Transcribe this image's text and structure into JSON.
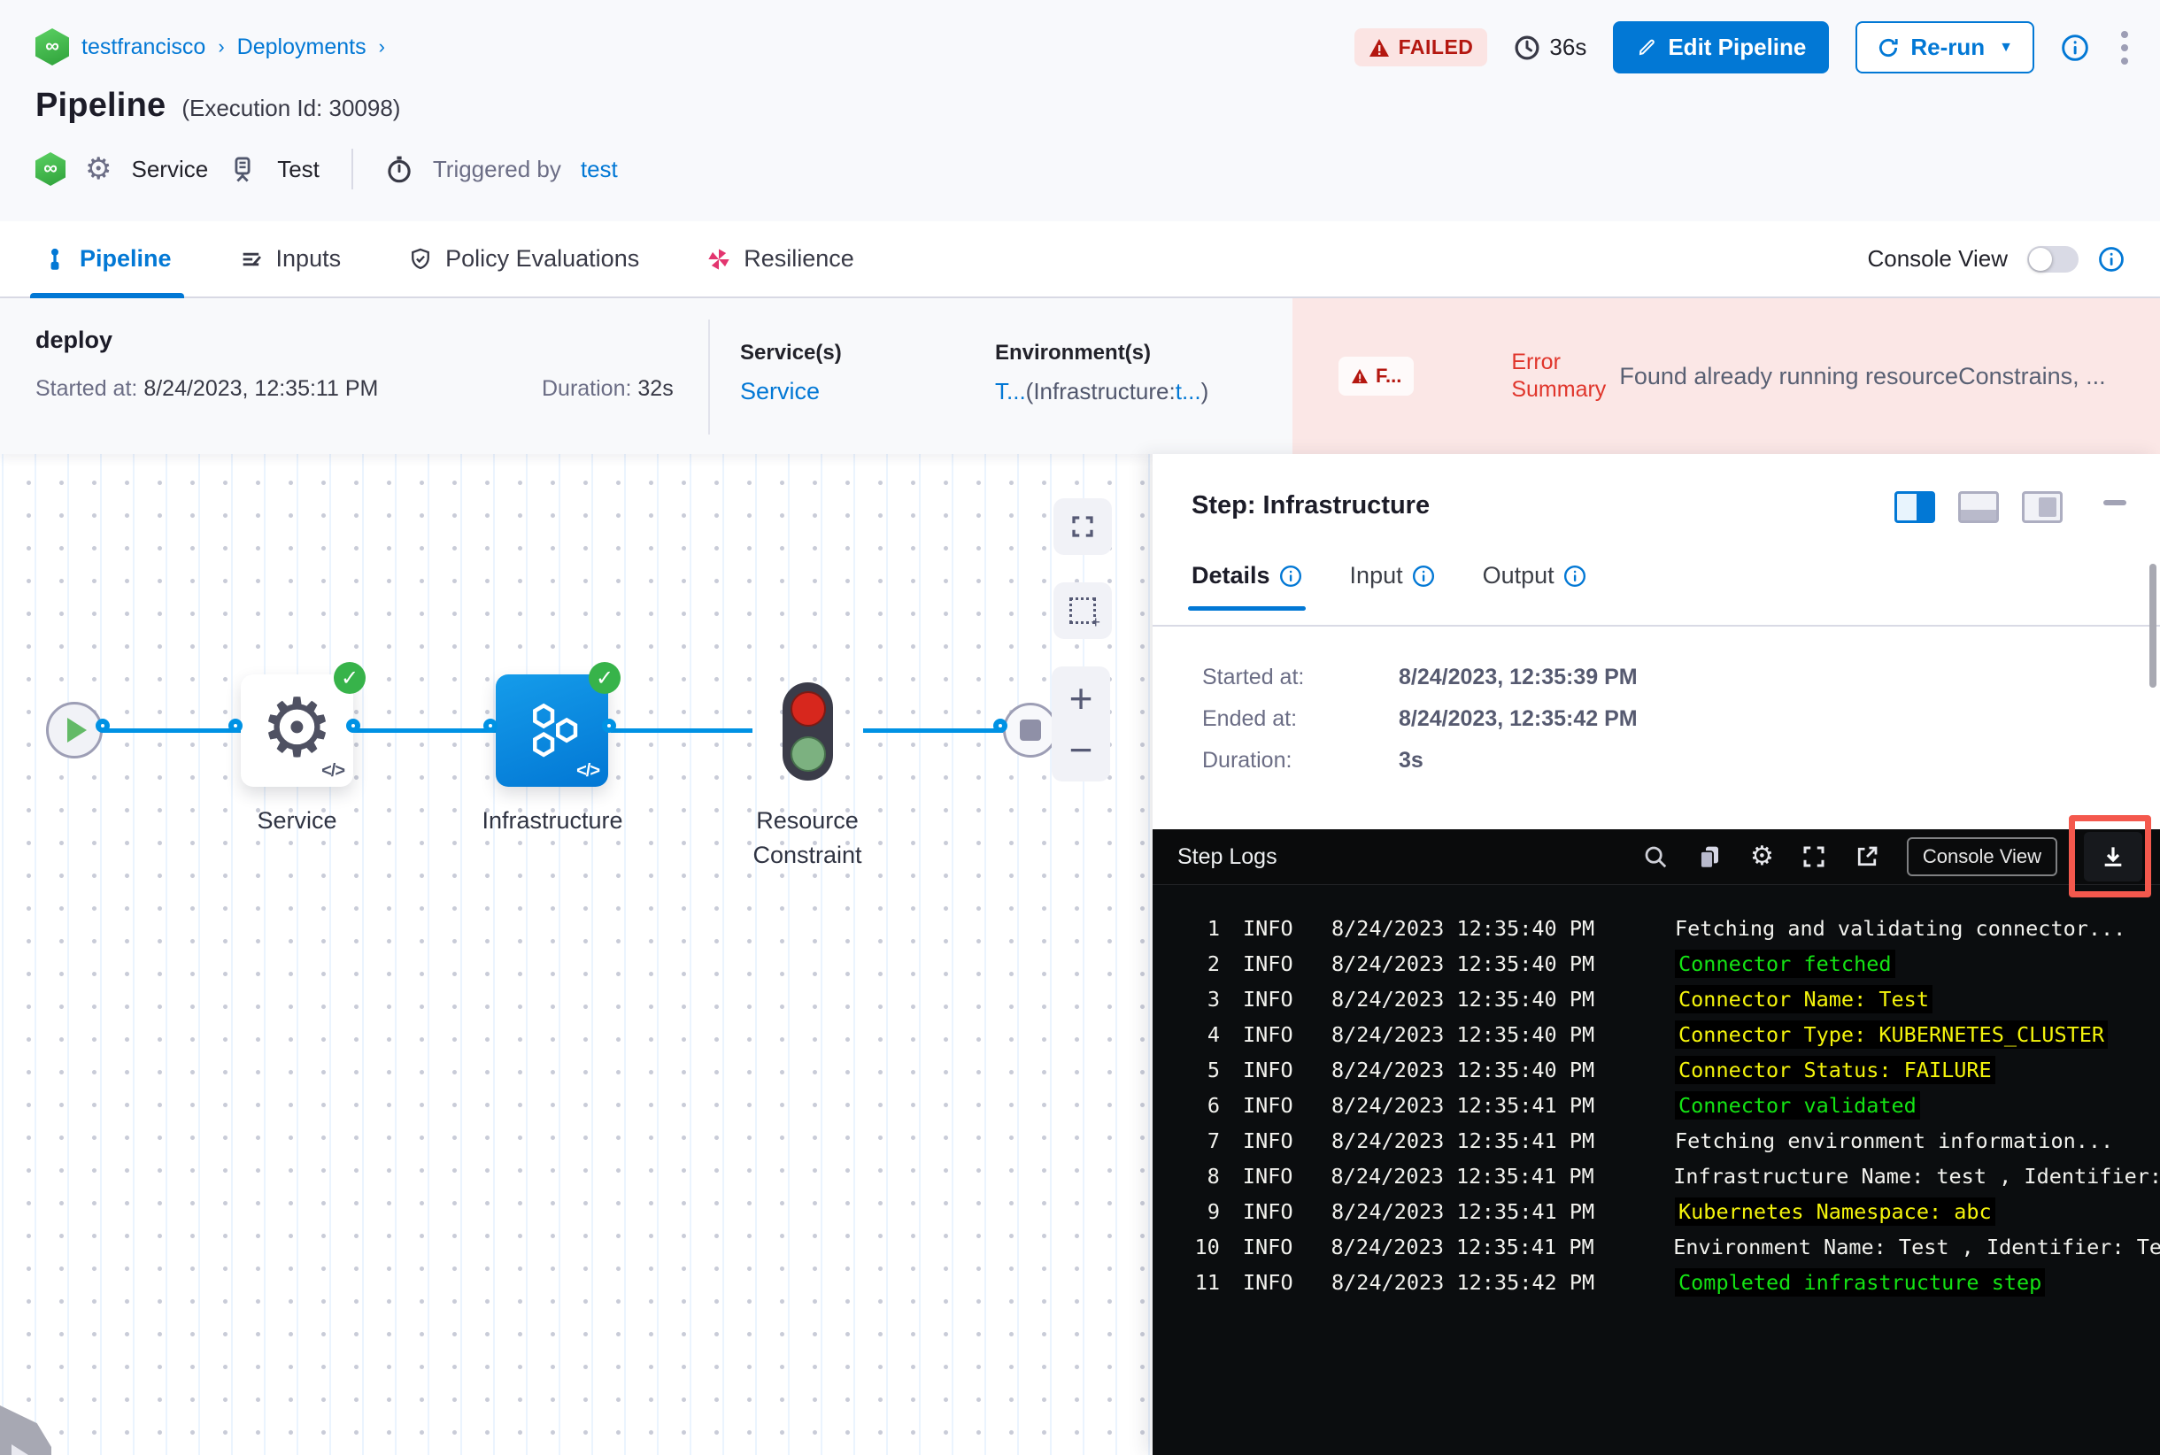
{
  "colors": {
    "primary_blue": "#0278d5",
    "failed_red": "#b41710",
    "failed_bg": "#fbe4e3",
    "error_band_bg": "#fbe7e6",
    "error_label_red": "#e0352b",
    "success_green": "#37b34a",
    "node_blue": "#0b90e0",
    "edge_blue": "#0092e4",
    "console_bg": "#0b0d0f",
    "log_green": "#14e314",
    "log_yellow": "#f4f40c",
    "annotation_red": "#f4584d"
  },
  "icons": {
    "cd-module-icon": "hexagon + infinity",
    "gear-icon": "⚙",
    "kebab-menu-icon": "⋮",
    "caret-down-icon": "▼",
    "check-icon": "✓",
    "code-icon": "</>",
    "plus-icon": "+",
    "minus-icon": "−",
    "warning-triangle-icon": "filled triangle + !"
  },
  "header": {
    "breadcrumb": {
      "project": "testfrancisco",
      "section": "Deployments",
      "separator": ">"
    },
    "title": "Pipeline",
    "execution_id": "(Execution Id: 30098)",
    "status_badge": "FAILED",
    "elapsed": "36s",
    "edit_button": "Edit Pipeline",
    "rerun_button": "Re-run",
    "meta": {
      "service_label": "Service",
      "environment_label": "Test",
      "triggered_by_label": "Triggered by",
      "triggered_by_value": "test"
    }
  },
  "tabs": {
    "items": [
      {
        "label": "Pipeline",
        "active": true
      },
      {
        "label": "Inputs",
        "active": false
      },
      {
        "label": "Policy Evaluations",
        "active": false
      },
      {
        "label": "Resilience",
        "active": false
      }
    ],
    "console_view_label": "Console View"
  },
  "stage": {
    "name": "deploy",
    "started_label": "Started at:",
    "started_value": "8/24/2023, 12:35:11 PM",
    "duration_label": "Duration:",
    "duration_value": "32s",
    "services_label": "Service(s)",
    "services_value": "Service",
    "environments_label": "Environment(s)",
    "environments_value": {
      "link1": "T...",
      "mid": "(Infrastructure:",
      "link2": "t...",
      "end": ")"
    },
    "error_badge": "F...",
    "error_summary_label": "Error Summary",
    "error_summary_text": "Found already running resourceConstrains, ..."
  },
  "graph": {
    "nodes": [
      {
        "label": "Service"
      },
      {
        "label": "Infrastructure"
      },
      {
        "label": "Resource Constraint"
      }
    ]
  },
  "step_panel": {
    "title": "Step: Infrastructure",
    "tabs": [
      {
        "label": "Details",
        "active": true
      },
      {
        "label": "Input",
        "active": false
      },
      {
        "label": "Output",
        "active": false
      }
    ],
    "details": [
      {
        "label": "Started at:",
        "value": "8/24/2023, 12:35:39 PM"
      },
      {
        "label": "Ended at:",
        "value": "8/24/2023, 12:35:42 PM"
      },
      {
        "label": "Duration:",
        "value": "3s"
      }
    ]
  },
  "logs": {
    "title": "Step Logs",
    "console_view_button": "Console View",
    "lines": [
      {
        "num": 1,
        "level": "INFO",
        "time": "8/24/2023 12:35:40 PM",
        "msg": "Fetching and validating connector...",
        "color": "white"
      },
      {
        "num": 2,
        "level": "INFO",
        "time": "8/24/2023 12:35:40 PM",
        "msg": "Connector fetched",
        "color": "green"
      },
      {
        "num": 3,
        "level": "INFO",
        "time": "8/24/2023 12:35:40 PM",
        "msg": "Connector Name: Test",
        "color": "yellow"
      },
      {
        "num": 4,
        "level": "INFO",
        "time": "8/24/2023 12:35:40 PM",
        "msg": "Connector Type: KUBERNETES_CLUSTER",
        "color": "yellow"
      },
      {
        "num": 5,
        "level": "INFO",
        "time": "8/24/2023 12:35:40 PM",
        "msg": "Connector Status: FAILURE",
        "color": "yellow"
      },
      {
        "num": 6,
        "level": "INFO",
        "time": "8/24/2023 12:35:41 PM",
        "msg": "Connector validated",
        "color": "green"
      },
      {
        "num": 7,
        "level": "INFO",
        "time": "8/24/2023 12:35:41 PM",
        "msg": "Fetching environment information...",
        "color": "white"
      },
      {
        "num": 8,
        "level": "INFO",
        "time": "8/24/2023 12:35:41 PM",
        "msg": "Infrastructure Name: test , Identifier:",
        "color": "white"
      },
      {
        "num": 9,
        "level": "INFO",
        "time": "8/24/2023 12:35:41 PM",
        "msg": "Kubernetes Namespace: abc",
        "color": "yellow"
      },
      {
        "num": 10,
        "level": "INFO",
        "time": "8/24/2023 12:35:41 PM",
        "msg": "Environment Name: Test , Identifier: Te",
        "color": "white"
      },
      {
        "num": 11,
        "level": "INFO",
        "time": "8/24/2023 12:35:42 PM",
        "msg": "Completed infrastructure step",
        "color": "green"
      }
    ]
  }
}
